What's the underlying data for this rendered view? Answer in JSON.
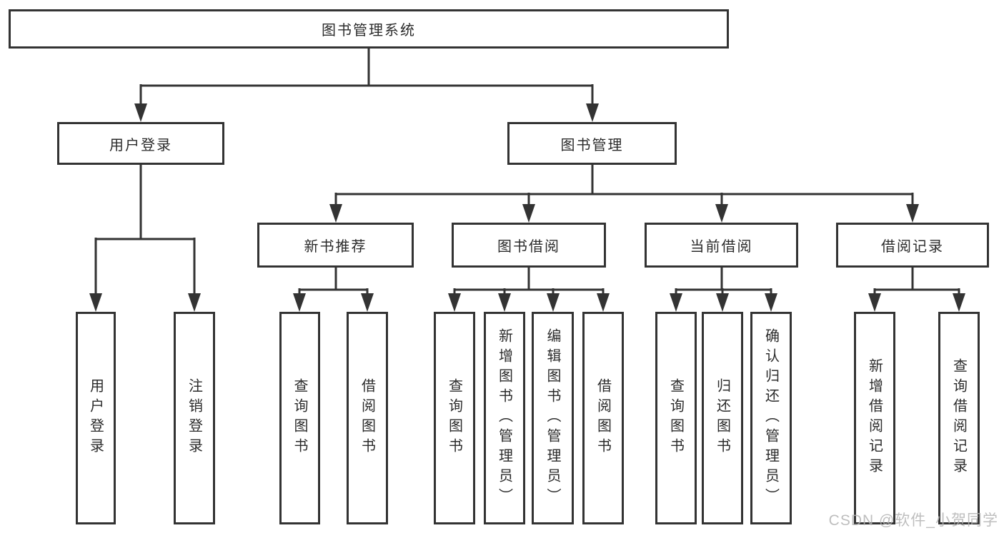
{
  "diagram": {
    "title": "图书管理系统",
    "watermark": "CSDN @软件_小贺同学",
    "colors": {
      "line": "#333333",
      "box_border": "#333333",
      "box_fill": "#ffffff",
      "text": "#2b2b2b",
      "watermark": "#b3b3b3"
    },
    "root": {
      "label": "图书管理系统",
      "children": [
        {
          "label": "用户登录",
          "children": [
            {
              "label": "用户登录"
            },
            {
              "label": "注销登录"
            }
          ]
        },
        {
          "label": "图书管理",
          "children": [
            {
              "label": "新书推荐",
              "children": [
                {
                  "label": "查询图书"
                },
                {
                  "label": "借阅图书"
                }
              ]
            },
            {
              "label": "图书借阅",
              "children": [
                {
                  "label": "查询图书"
                },
                {
                  "label": "新增图书（管理员）"
                },
                {
                  "label": "编辑图书（管理员）"
                },
                {
                  "label": "借阅图书"
                }
              ]
            },
            {
              "label": "当前借阅",
              "children": [
                {
                  "label": "查询图书"
                },
                {
                  "label": "归还图书"
                },
                {
                  "label": "确认归还（管理员）"
                }
              ]
            },
            {
              "label": "借阅记录",
              "children": [
                {
                  "label": "新增借阅记录"
                },
                {
                  "label": "查询借阅记录"
                }
              ]
            }
          ]
        }
      ]
    }
  }
}
